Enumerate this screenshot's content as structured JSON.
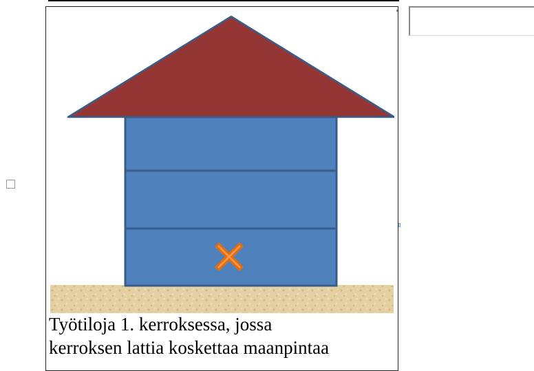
{
  "caption": {
    "line1": "Työtiloja 1. kerroksessa, jossa",
    "line2": "kerroksen lattia koskettaa maanpintaa"
  },
  "illustration": {
    "roof_color": "#943634",
    "wall_color": "#4f81bd",
    "outline_color": "#385d8a",
    "ground_color": "#e6d3a8",
    "marker_color": "#f79646",
    "floors": 3,
    "marked_floor": 1,
    "marker_icon": "x-mark-icon"
  },
  "side_input": {
    "value": "",
    "placeholder": ""
  }
}
